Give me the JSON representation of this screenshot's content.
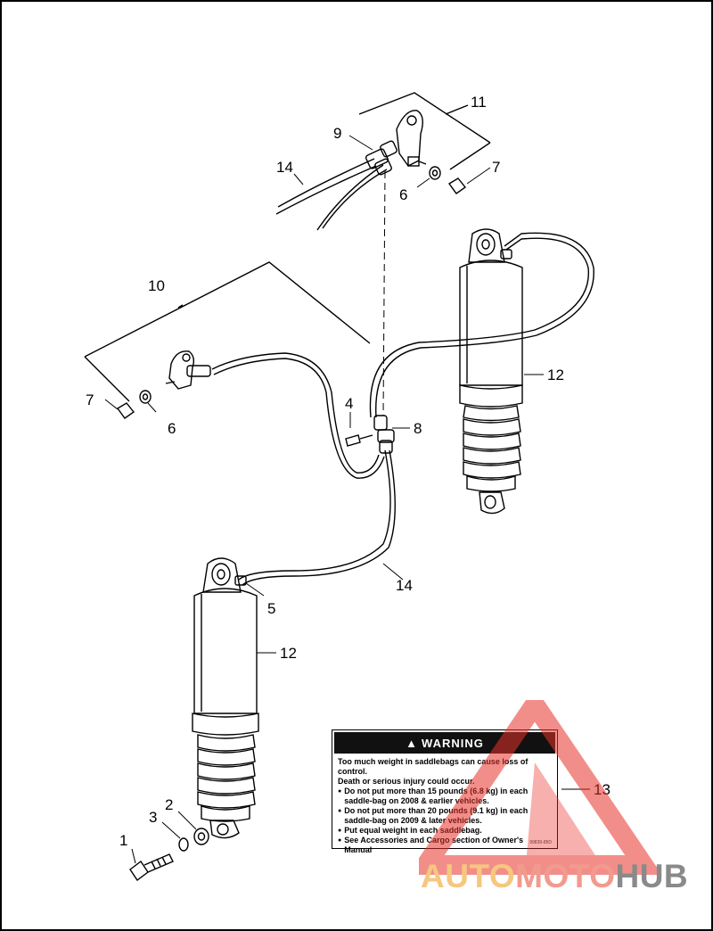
{
  "colors": {
    "line": "#000000",
    "watermark_red": "#e8322a",
    "watermark_orange": "#f6b042",
    "watermark_gray": "#8a8a8a"
  },
  "callouts": {
    "c1": "1",
    "c2": "2",
    "c3": "3",
    "c4": "4",
    "c5": "5",
    "c6a": "6",
    "c6b": "6",
    "c7a": "7",
    "c7b": "7",
    "c8": "8",
    "c9": "9",
    "c10": "10",
    "c11": "11",
    "c12a": "12",
    "c12b": "12",
    "c13": "13",
    "c14a": "14",
    "c14b": "14"
  },
  "warning_label": {
    "header": "WARNING",
    "line1": "Too much weight in saddlebags can cause loss of control.",
    "line2": "Death or serious injury could occur.",
    "bullets": [
      "Do not put more than 15 pounds (6.8 kg) in each saddle-bag on 2008 & earlier vehicles.",
      "Do not put more than 20 pounds (9.1 kg) in each saddle-bag on 2009 & later vehicles.",
      "Put equal weight in each saddlebag.",
      "See Accessories and Cargo section of Owner's Manual"
    ],
    "part_code": "99839-85D"
  },
  "watermark": {
    "part1": "AUTO",
    "part2": "MOTO",
    "part3": "HUB"
  }
}
